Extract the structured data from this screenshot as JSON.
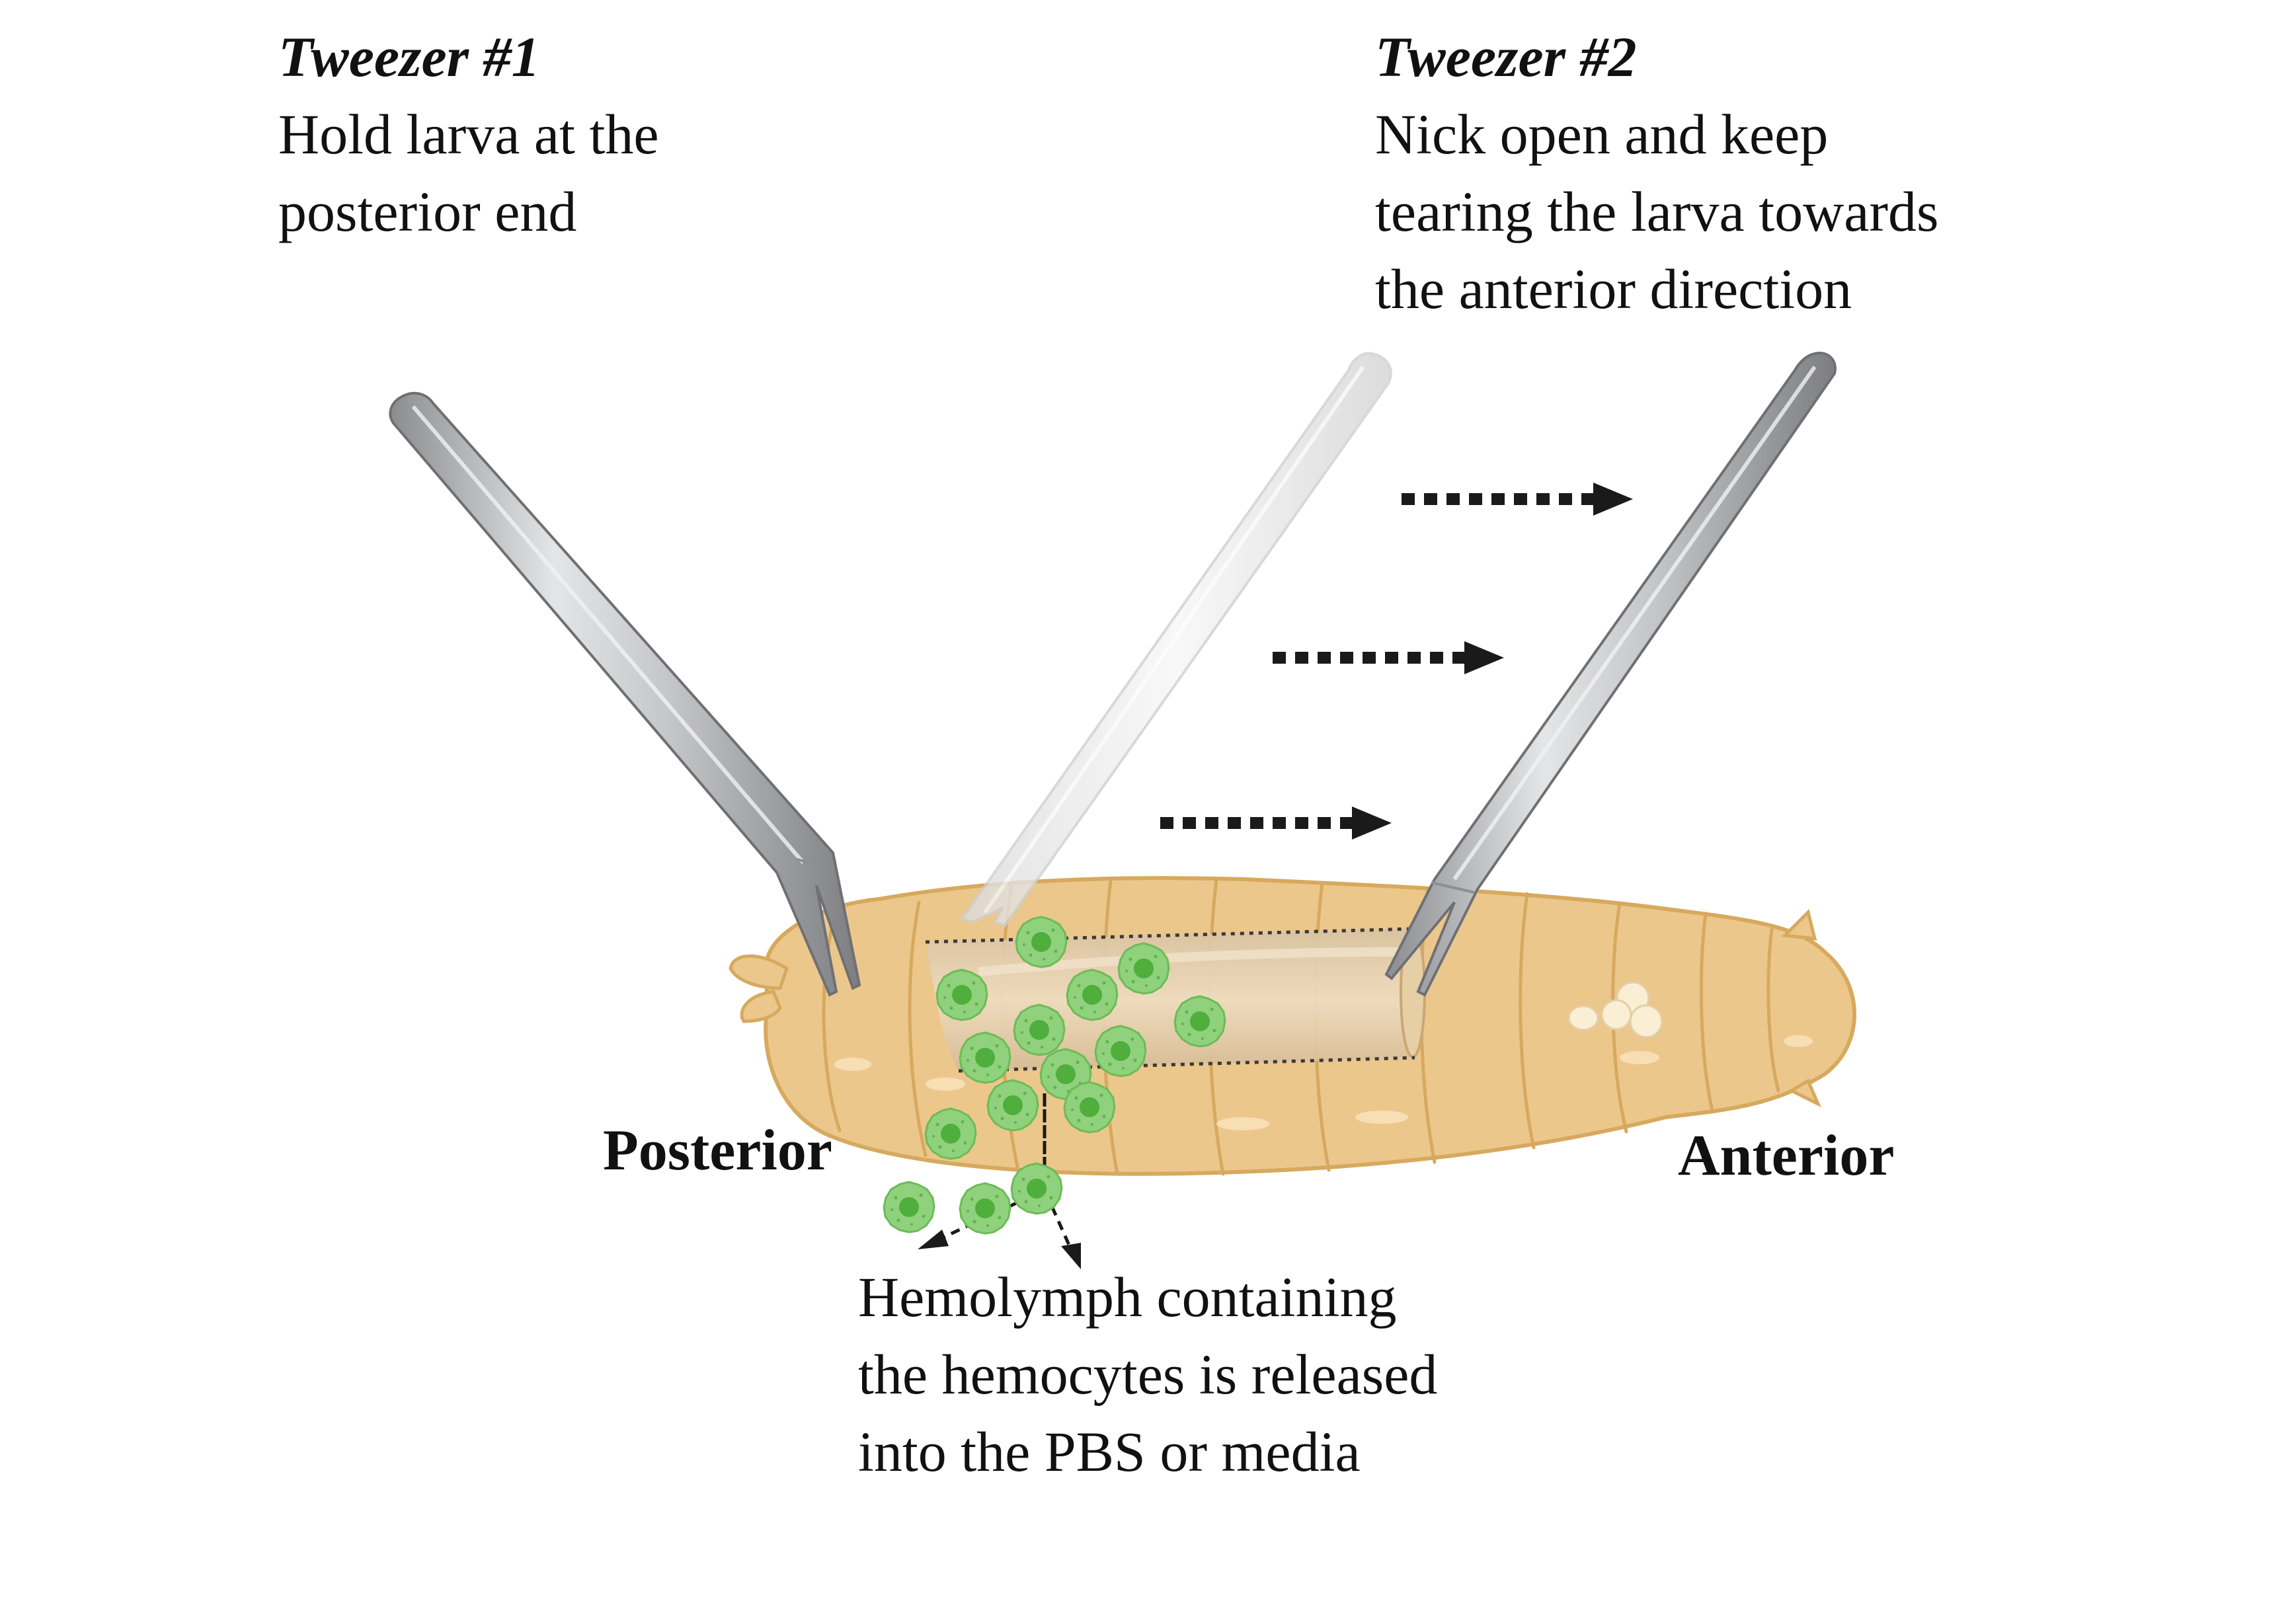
{
  "captions": {
    "tweezer1": {
      "title": "Tweezer #1",
      "body": "Hold larva at the\nposterior end"
    },
    "tweezer2": {
      "title": "Tweezer #2",
      "body": "Nick open and keep\ntearing the larva towards\nthe anterior direction"
    },
    "hemolymph": "Hemolymph containing\nthe hemocytes is released\ninto the PBS or media"
  },
  "labels": {
    "posterior": "Posterior",
    "anterior": "Anterior"
  },
  "colors": {
    "larva_body": "#ecc78c",
    "larva_outline": "#d7a95e",
    "opened_cut": "#e6cc9e",
    "hemocyte_outer": "#8fd17c",
    "hemocyte_nucleus": "#4fae3c",
    "tweezer_steel": "#c7c8cb",
    "tweezer_ghost": "#eeeeee",
    "arrow": "#1a1a1a"
  },
  "icons": [
    "tweezer-icon",
    "larva-icon",
    "hemocyte-icon",
    "dotted-arrow-icon"
  ]
}
